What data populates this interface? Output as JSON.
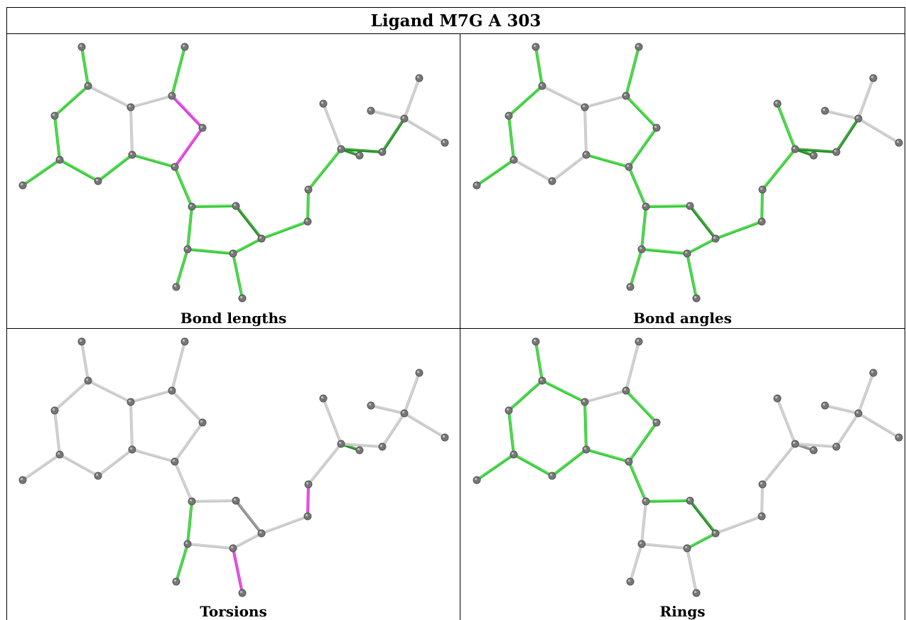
{
  "title": "Ligand M7G A 303",
  "panels": [
    {
      "caption": "Bond lengths",
      "colors": {
        "default": "#cccccc",
        "green": "#33cc33",
        "darkgreen": "#1e8f1e",
        "magenta": "#dd33dd"
      },
      "bond_colors": [
        "green",
        "green",
        "green",
        "green",
        "green",
        "green",
        "gray",
        "gray",
        "magenta",
        "magenta",
        "green",
        "gray",
        "green",
        "green",
        "green",
        "darkgreen",
        "green",
        "green",
        "green",
        "green",
        "green",
        "green",
        "green",
        "green",
        "gray",
        "darkgreen",
        "darkgreen",
        "darkgreen"
      ]
    },
    {
      "caption": "Bond angles",
      "bond_colors": [
        "green",
        "green",
        "green",
        "green",
        "gray",
        "gray",
        "gray",
        "gray",
        "green",
        "green",
        "green",
        "gray",
        "green",
        "green",
        "green",
        "darkgreen",
        "green",
        "green",
        "green",
        "green",
        "green",
        "green",
        "green",
        "green",
        "green",
        "darkgreen",
        "darkgreen",
        "darkgreen"
      ]
    },
    {
      "caption": "Torsions",
      "bond_colors": [
        "gray",
        "gray",
        "gray",
        "gray",
        "gray",
        "gray",
        "gray",
        "gray",
        "gray",
        "gray",
        "gray",
        "gray",
        "gray",
        "gray",
        "gray",
        "darkgray",
        "gray",
        "gray",
        "green",
        "green",
        "magenta",
        "gray",
        "magenta",
        "gray",
        "gray",
        "darkgreen",
        "gray",
        "gray"
      ]
    },
    {
      "caption": "Rings",
      "bond_colors": [
        "green",
        "green",
        "green",
        "green",
        "green",
        "green",
        "green",
        "green",
        "green",
        "green",
        "gray",
        "gray",
        "green",
        "green",
        "green",
        "darkgreen",
        "green",
        "gray",
        "gray",
        "gray",
        "gray",
        "gray",
        "gray",
        "gray",
        "gray",
        "darkgray",
        "gray",
        "gray"
      ]
    }
  ]
}
